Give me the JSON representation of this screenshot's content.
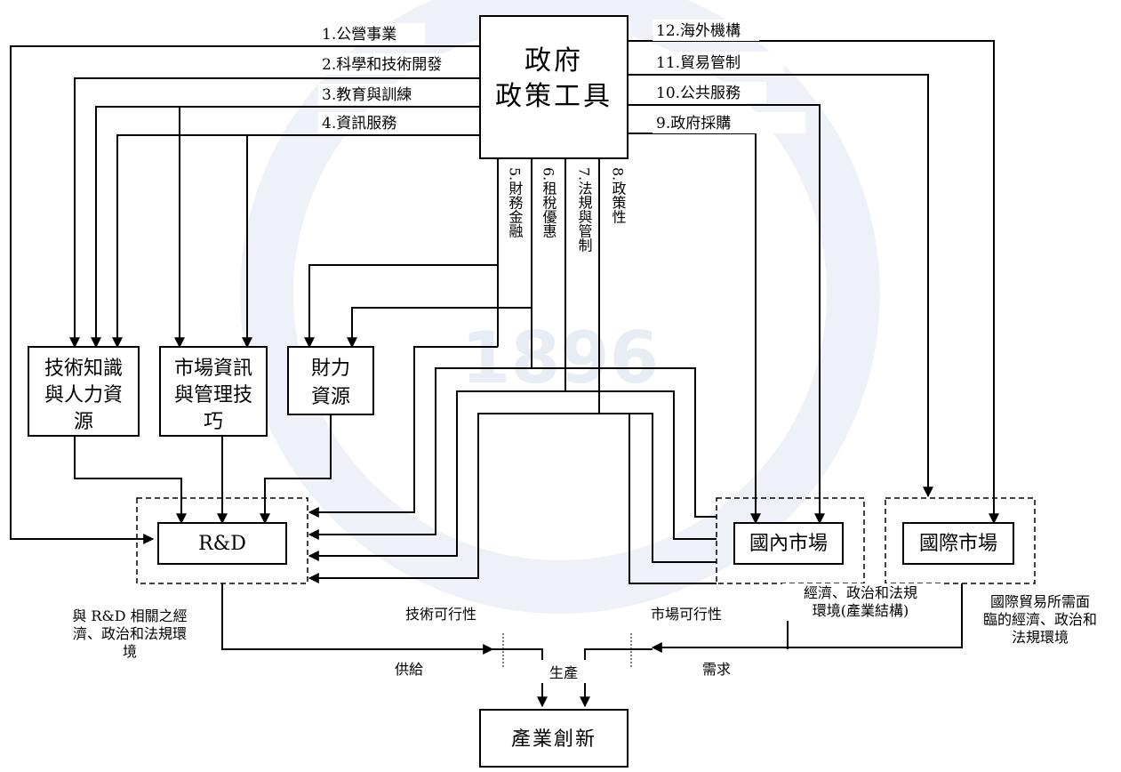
{
  "gov": {
    "line1": "政府",
    "line2": "政策工具"
  },
  "tools_left": [
    "1.公營事業",
    "2.科學和技術開發",
    "3.教育與訓練",
    "4.資訊服務"
  ],
  "tools_right": [
    "12.海外機構",
    "11.貿易管制",
    "10.公共服務",
    "9.政府採購"
  ],
  "tools_vertical": [
    "5.財務金融",
    "6.租稅優惠",
    "7.法規與管制",
    "8.政策性"
  ],
  "resources": {
    "tech": [
      "技術知識",
      "與人力資",
      "源"
    ],
    "market": [
      "市場資訊",
      "與管理技",
      "巧"
    ],
    "finance": [
      "財力",
      "資源"
    ]
  },
  "rd": "R&D",
  "domestic_market": "國內市場",
  "intl_market": "國際市場",
  "env_rd": [
    "與 R&D 相關之經",
    "濟、政治和法規環",
    "境"
  ],
  "env_domestic": [
    "經濟、政治和法規",
    "環境(產業結構)"
  ],
  "env_intl": [
    "國際貿易所需面",
    "臨的經濟、政治和",
    "法規環境"
  ],
  "tech_feasibility": "技術可行性",
  "market_feasibility": "市場可行性",
  "supply": "供給",
  "demand": "需求",
  "production": "生產",
  "innovation": "產業創新",
  "watermark": "1896"
}
